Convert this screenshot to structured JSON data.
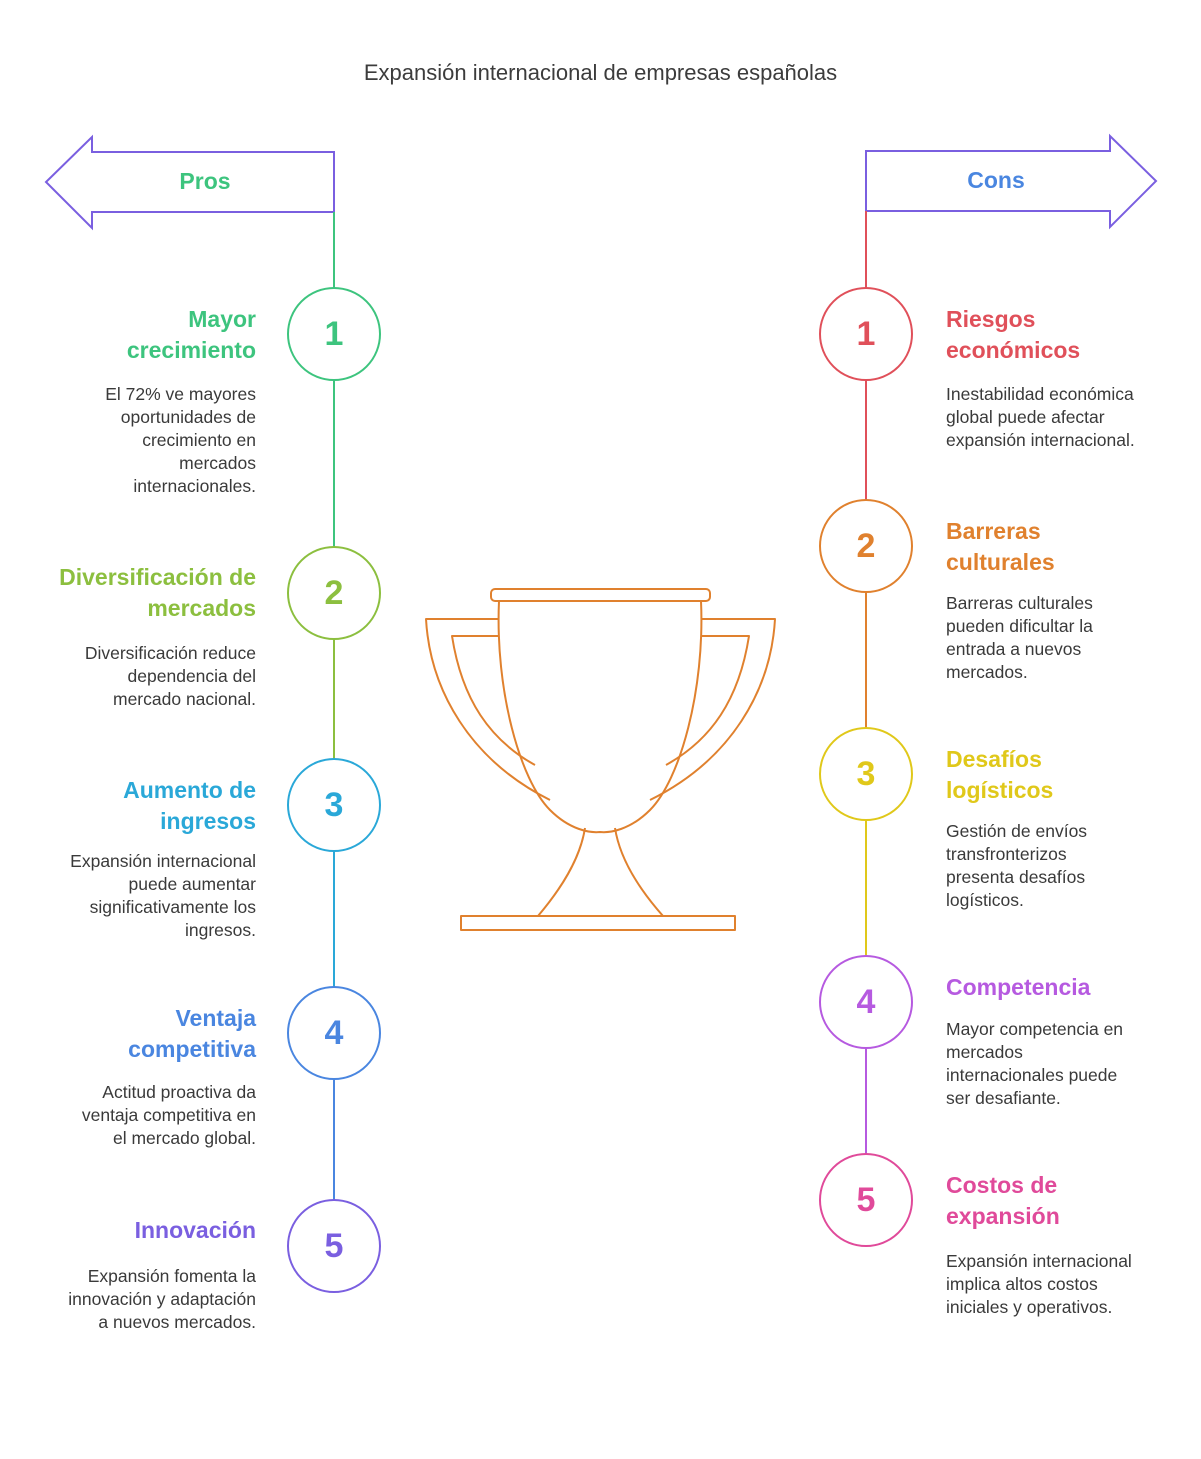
{
  "title": "Expansión internacional de empresas españolas",
  "pros": {
    "label": "Pros",
    "color": "#3dc47e",
    "items": [
      {
        "number": "1",
        "heading_1": "Mayor",
        "heading_2": "crecimiento",
        "desc": [
          "El 72% ve mayores",
          "oportunidades de",
          "crecimiento en",
          "mercados",
          "internacionales."
        ],
        "color": "#3dc47e"
      },
      {
        "number": "2",
        "heading_1": "Diversificación de",
        "heading_2": "mercados",
        "desc": [
          "Diversificación reduce",
          "dependencia del",
          "mercado nacional."
        ],
        "color": "#8cbf3f"
      },
      {
        "number": "3",
        "heading_1": "Aumento de",
        "heading_2": "ingresos",
        "desc": [
          "Expansión internacional",
          "puede aumentar",
          "significativamente los",
          "ingresos."
        ],
        "color": "#2aa8d8"
      },
      {
        "number": "4",
        "heading_1": "Ventaja",
        "heading_2": "competitiva",
        "desc": [
          "Actitud proactiva da",
          "ventaja competitiva en",
          "el mercado global."
        ],
        "color": "#4a86e0"
      },
      {
        "number": "5",
        "heading_1": "Innovación",
        "heading_2": "",
        "desc": [
          "Expansión fomenta la",
          "innovación y adaptación",
          "a nuevos mercados."
        ],
        "color": "#7a5fe0"
      }
    ]
  },
  "cons": {
    "label": "Cons",
    "color": "#4a86e0",
    "items": [
      {
        "number": "1",
        "heading_1": "Riesgos",
        "heading_2": "económicos",
        "desc": [
          "Inestabilidad económica",
          "global puede afectar",
          "expansión internacional."
        ],
        "color": "#e0505a"
      },
      {
        "number": "2",
        "heading_1": "Barreras",
        "heading_2": "culturales",
        "desc": [
          "Barreras culturales",
          "pueden dificultar la",
          "entrada a nuevos",
          "mercados."
        ],
        "color": "#e0812e"
      },
      {
        "number": "3",
        "heading_1": "Desafíos",
        "heading_2": "logísticos",
        "desc": [
          "Gestión de envíos",
          "transfronterizos",
          "presenta desafíos",
          "logísticos."
        ],
        "color": "#e0c81a"
      },
      {
        "number": "4",
        "heading_1": "Competencia",
        "heading_2": "",
        "desc": [
          "Mayor competencia en",
          "mercados",
          "internacionales puede",
          "ser desafiante."
        ],
        "color": "#b65ae0"
      },
      {
        "number": "5",
        "heading_1": "Costos de",
        "heading_2": "expansión",
        "desc": [
          "Expansión internacional",
          "implica altos costos",
          "iniciales y operativos."
        ],
        "color": "#e04a9a"
      }
    ]
  },
  "colors": {
    "arrow_outline": "#7a5fe0",
    "trophy": "#e0812e",
    "title_text": "#3c3c3c"
  },
  "icons": [
    "left-arrow-icon",
    "right-arrow-icon",
    "trophy-icon"
  ]
}
